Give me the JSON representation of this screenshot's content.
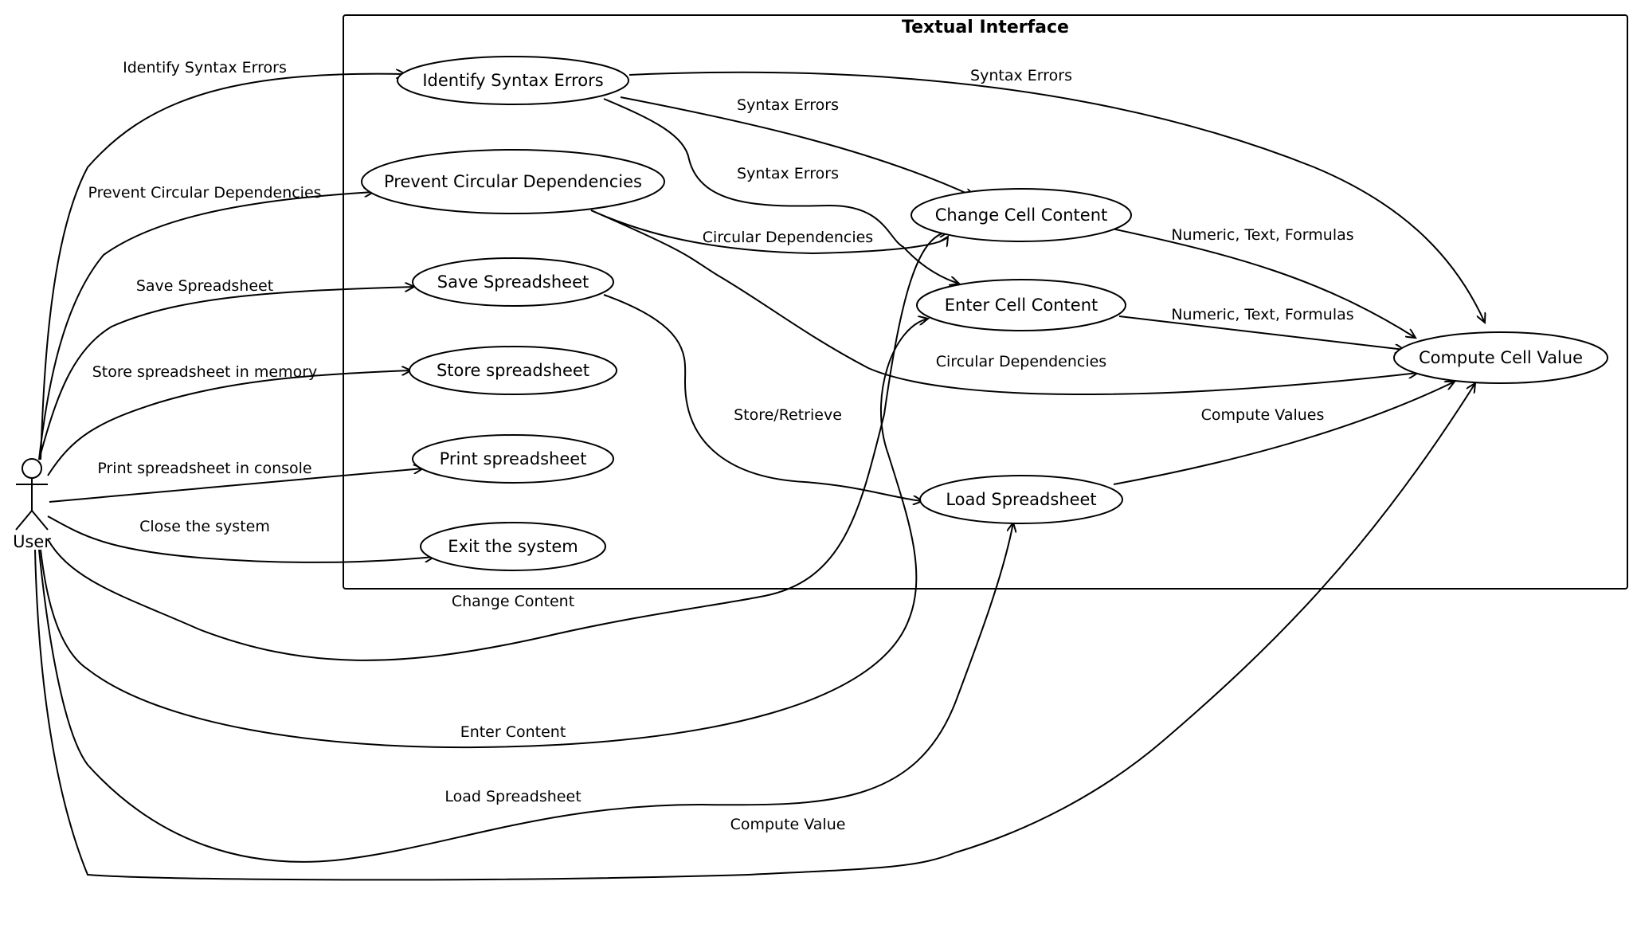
{
  "system": {
    "title": "Textual Interface"
  },
  "actor": {
    "label": "User"
  },
  "usecases": [
    {
      "id": "identify",
      "label": "Identify Syntax Errors"
    },
    {
      "id": "prevent",
      "label": "Prevent Circular Dependencies"
    },
    {
      "id": "save",
      "label": "Save Spreadsheet"
    },
    {
      "id": "store",
      "label": "Store spreadsheet"
    },
    {
      "id": "print",
      "label": "Print spreadsheet"
    },
    {
      "id": "exit",
      "label": "Exit the system"
    },
    {
      "id": "change",
      "label": "Change Cell Content"
    },
    {
      "id": "enter",
      "label": "Enter Cell Content"
    },
    {
      "id": "compute",
      "label": "Compute Cell Value"
    },
    {
      "id": "load",
      "label": "Load Spreadsheet"
    }
  ],
  "edges": [
    {
      "from": "user",
      "to": "identify",
      "label": "Identify Syntax Errors"
    },
    {
      "from": "user",
      "to": "prevent",
      "label": "Prevent Circular Dependencies"
    },
    {
      "from": "user",
      "to": "save",
      "label": "Save Spreadsheet"
    },
    {
      "from": "user",
      "to": "store",
      "label": "Store spreadsheet in memory"
    },
    {
      "from": "user",
      "to": "print",
      "label": "Print spreadsheet in console"
    },
    {
      "from": "user",
      "to": "exit",
      "label": "Close the system"
    },
    {
      "from": "user",
      "to": "change",
      "label": "Change Content"
    },
    {
      "from": "user",
      "to": "enter",
      "label": "Enter Content"
    },
    {
      "from": "user",
      "to": "load",
      "label": "Load Spreadsheet"
    },
    {
      "from": "user",
      "to": "compute",
      "label": "Compute Value"
    },
    {
      "from": "identify",
      "to": "compute",
      "label": "Syntax Errors"
    },
    {
      "from": "identify",
      "to": "change",
      "label": "Syntax Errors"
    },
    {
      "from": "identify",
      "to": "enter",
      "label": "Syntax Errors"
    },
    {
      "from": "prevent",
      "to": "change",
      "label": "Circular Dependencies"
    },
    {
      "from": "prevent",
      "to": "compute",
      "label": "Circular Dependencies"
    },
    {
      "from": "change",
      "to": "compute",
      "label": "Numeric, Text, Formulas"
    },
    {
      "from": "enter",
      "to": "compute",
      "label": "Numeric, Text, Formulas"
    },
    {
      "from": "save",
      "to": "load",
      "label": "Store/Retrieve"
    },
    {
      "from": "load",
      "to": "compute",
      "label": "Compute Values"
    }
  ]
}
